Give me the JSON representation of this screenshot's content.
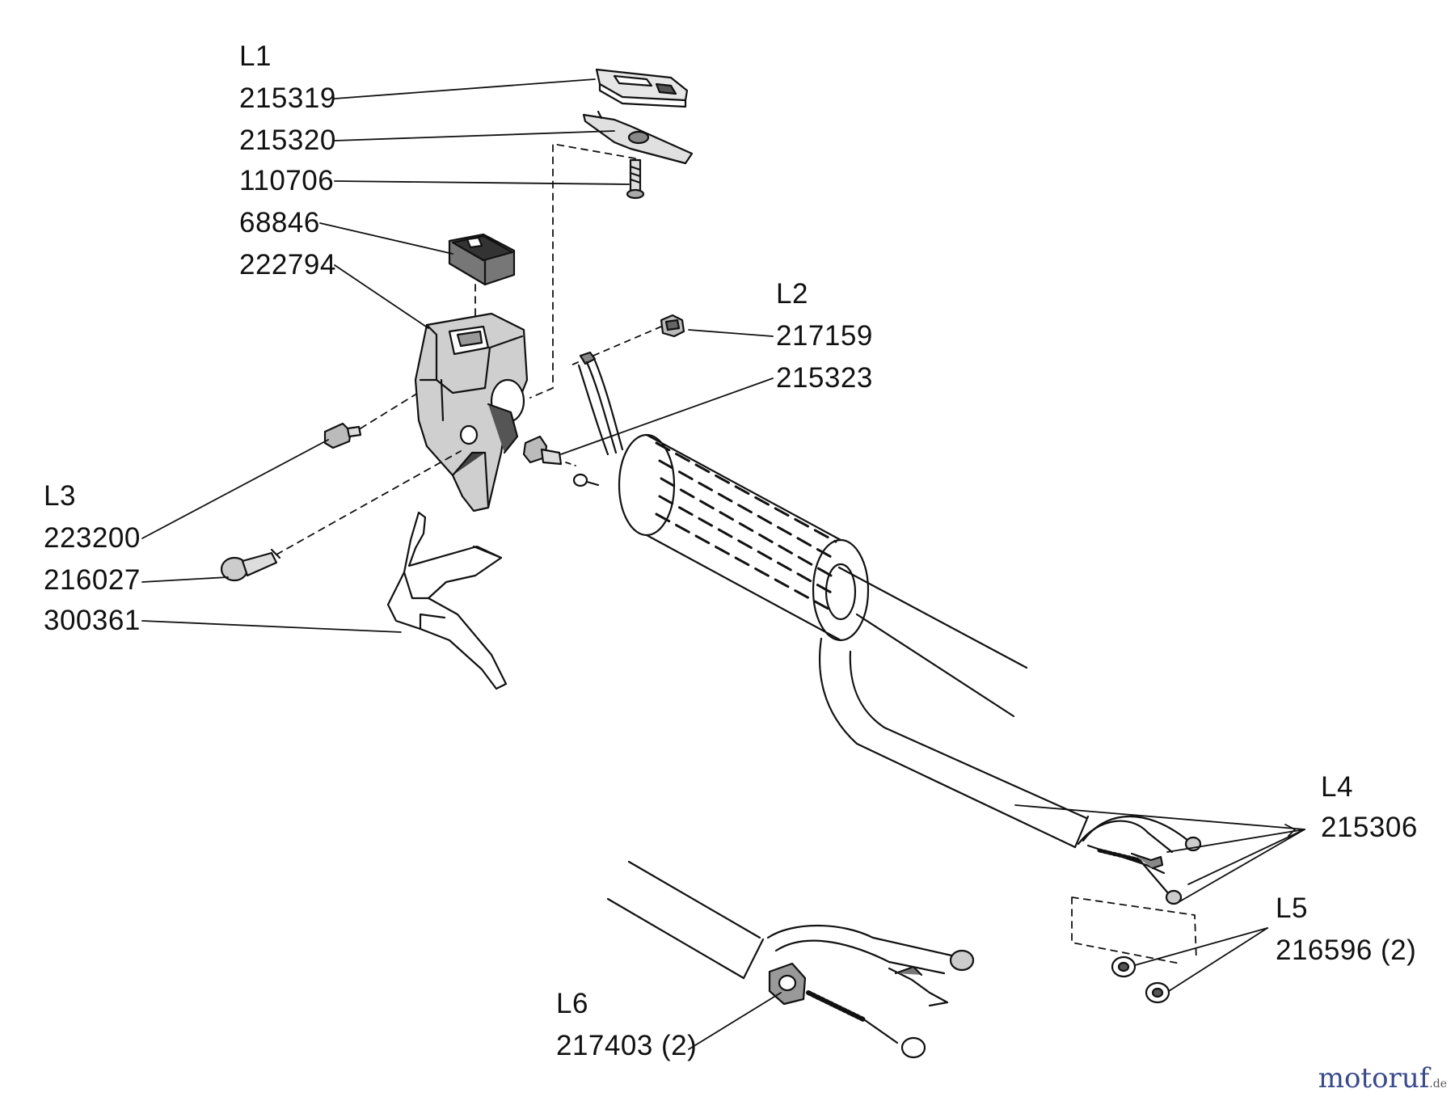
{
  "groups": {
    "L1": {
      "label": "L1",
      "parts": [
        "215319",
        "215320",
        "110706",
        "68846",
        "222794"
      ]
    },
    "L2": {
      "label": "L2",
      "parts": [
        "217159",
        "215323"
      ]
    },
    "L3": {
      "label": "L3",
      "parts": [
        "223200",
        "216027",
        "300361"
      ]
    },
    "L4": {
      "label": "L4",
      "parts": [
        "215306"
      ]
    },
    "L5": {
      "label": "L5",
      "parts": [
        "216596 (2)"
      ]
    },
    "L6": {
      "label": "L6",
      "parts": [
        "217403 (2)"
      ]
    }
  },
  "watermark": {
    "text": "motoruf",
    "suffix": ".de"
  },
  "colors": {
    "ink": "#111111",
    "watermark": "#3a4a8c"
  }
}
